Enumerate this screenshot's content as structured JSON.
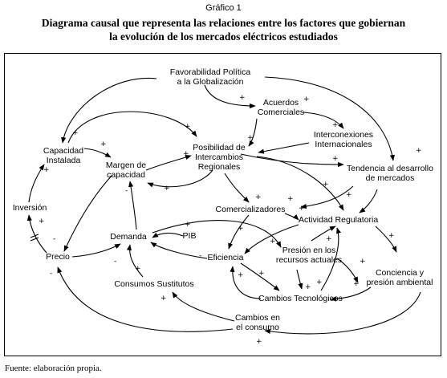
{
  "figure_label": "Gráfico 1",
  "title_line1": "Diagrama causal que representa las relaciones entre los factores que gobiernan",
  "title_line2": "la evolución de los mercados eléctricos estudiados",
  "source": "Fuente: elaboración propia.",
  "nodes": {
    "favorabilidad": [
      "Favorabilidad Política",
      "a la Globalización"
    ],
    "acuerdos": [
      "Acuerdos",
      "Comerciales"
    ],
    "interconexiones": [
      "Interconexiones",
      "Internacionales"
    ],
    "capacidad": [
      "Capacidad",
      "Instalada"
    ],
    "margen": [
      "Margen de",
      "capacidad"
    ],
    "posibilidad": [
      "Posibilidad de",
      "Intercambios",
      "Regionales"
    ],
    "tendencia": [
      "Tendencia al desarrollo",
      "de mercados"
    ],
    "inversion": [
      "Inversión"
    ],
    "comercializadores": [
      "Comercializadores"
    ],
    "actividad": [
      "Actividad Regulatoria"
    ],
    "demanda": [
      "Demanda"
    ],
    "pib": [
      "PIB"
    ],
    "presion_recursos": [
      "Presión en los",
      "recursos actuales"
    ],
    "eficiencia": [
      "Eficiencia"
    ],
    "precio": [
      "Precio"
    ],
    "conciencia": [
      "Conciencia y",
      "presión ambiental"
    ],
    "consumos": [
      "Consumos Sustitutos"
    ],
    "cambios_tec": [
      "Cambios Tecnológicos"
    ],
    "cambios_consumo": [
      "Cambios en",
      "el consumo"
    ]
  },
  "signs": {
    "plus": "+",
    "minus": "-",
    "delay": "//"
  }
}
